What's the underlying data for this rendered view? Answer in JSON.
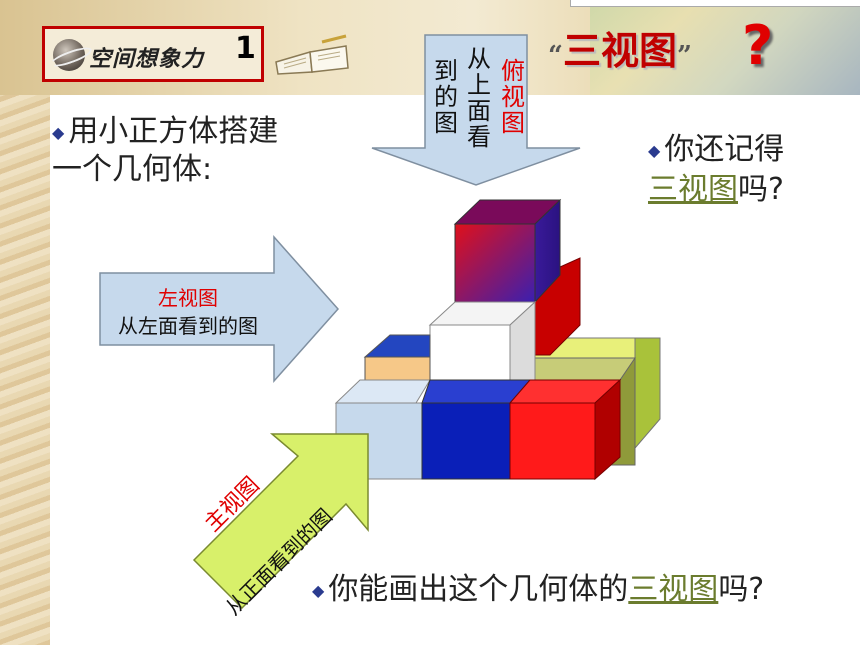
{
  "section": {
    "title": "空间想象力",
    "number": "1"
  },
  "heading": {
    "open_quote": "“",
    "text": "三视图",
    "close_quote": "”",
    "question_mark": "?"
  },
  "intro": {
    "line1": "用小正方体搭建",
    "line2": "一个几何体:"
  },
  "recall": {
    "line1": "你还记得",
    "term": "三视图",
    "suffix": "吗?"
  },
  "top_arrow": {
    "name": "俯视图",
    "desc_col1": "从上面看",
    "desc_col2": "到的图"
  },
  "left_arrow": {
    "name": "左视图",
    "desc": "从左面看到的图"
  },
  "front_arrow": {
    "name": "主视图",
    "desc": "从正面看到的图"
  },
  "question": {
    "prefix": "你能画出这个几何体的",
    "term": "三视图",
    "suffix": "吗?"
  },
  "colors": {
    "accent_red": "#c00000",
    "bullet": "#2a3b8f",
    "underline": "#6b7c2e",
    "arrow_blue": "#c6d9ec",
    "arrow_green": "#d8f06a"
  }
}
